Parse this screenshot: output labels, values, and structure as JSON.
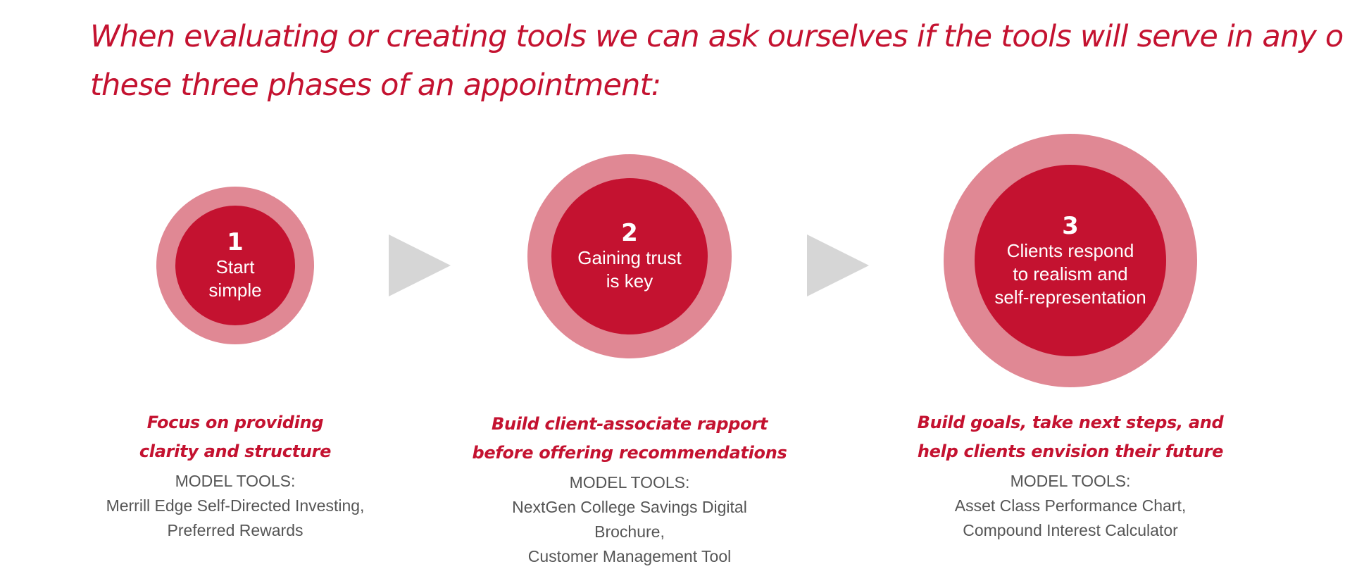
{
  "title": {
    "line1": "When evaluating or creating tools we can ask ourselves if the tools will serve in any of",
    "line2": "these three phases of an appointment:"
  },
  "colors": {
    "accent": "#c41230",
    "ring": "#e08894",
    "arrow": "#d6d6d6",
    "body_text": "#555555"
  },
  "phases": [
    {
      "number": "1",
      "label": [
        "Start",
        "simple"
      ],
      "heading": [
        "Focus on providing",
        "clarity and structure"
      ],
      "model_tools_label": "MODEL TOOLS:",
      "tools": [
        "Merrill Edge Self-Directed Investing,",
        "Preferred Rewards"
      ]
    },
    {
      "number": "2",
      "label": [
        "Gaining trust",
        "is key"
      ],
      "heading": [
        "Build client-associate rapport",
        "before offering recommendations"
      ],
      "model_tools_label": "MODEL TOOLS:",
      "tools": [
        "NextGen College Savings Digital",
        "Brochure,",
        "Customer Management Tool"
      ]
    },
    {
      "number": "3",
      "label": [
        "Clients respond",
        "to realism and",
        "self-representation"
      ],
      "heading": [
        "Build goals, take next steps, and",
        "help clients envision their future"
      ],
      "model_tools_label": "MODEL TOOLS:",
      "tools": [
        "Asset Class Performance Chart,",
        "Compound Interest Calculator"
      ]
    }
  ]
}
